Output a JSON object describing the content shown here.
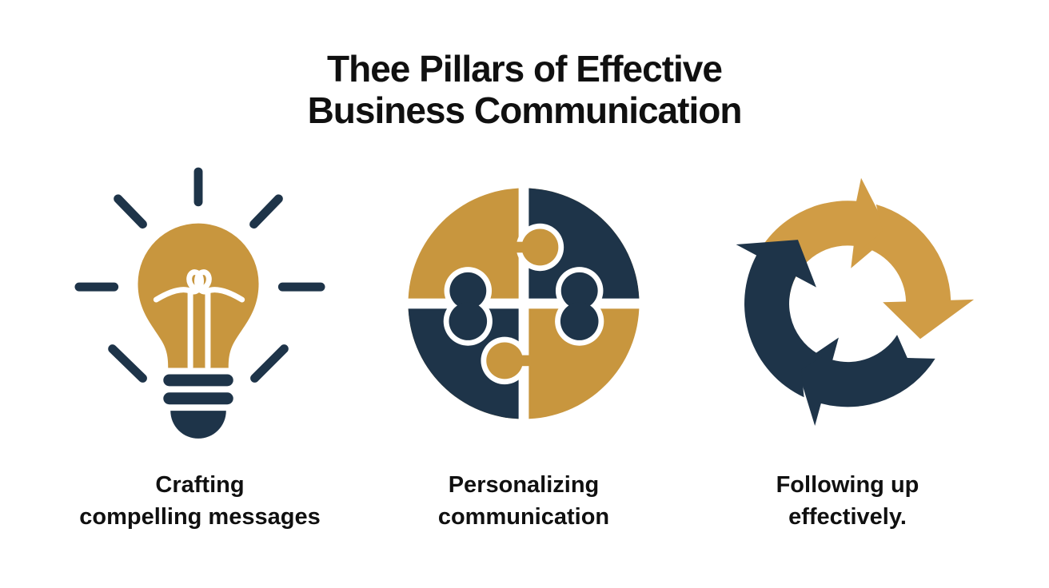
{
  "title": {
    "lines": [
      "Thee Pillars of Effective",
      "Business Communication"
    ]
  },
  "pillars": [
    {
      "icon": "lightbulb-icon",
      "caption_lines": [
        "Crafting",
        "compelling messages"
      ]
    },
    {
      "icon": "puzzle-icon",
      "caption_lines": [
        "Personalizing",
        "communication"
      ]
    },
    {
      "icon": "cycle-arrows-icon",
      "caption_lines": [
        "Following up",
        "effectively."
      ]
    }
  ],
  "colors": {
    "gold": "#C8963E",
    "arrow_gold": "#D09C45",
    "navy": "#1E3449",
    "text": "#101010",
    "background": "#FFFFFF"
  }
}
